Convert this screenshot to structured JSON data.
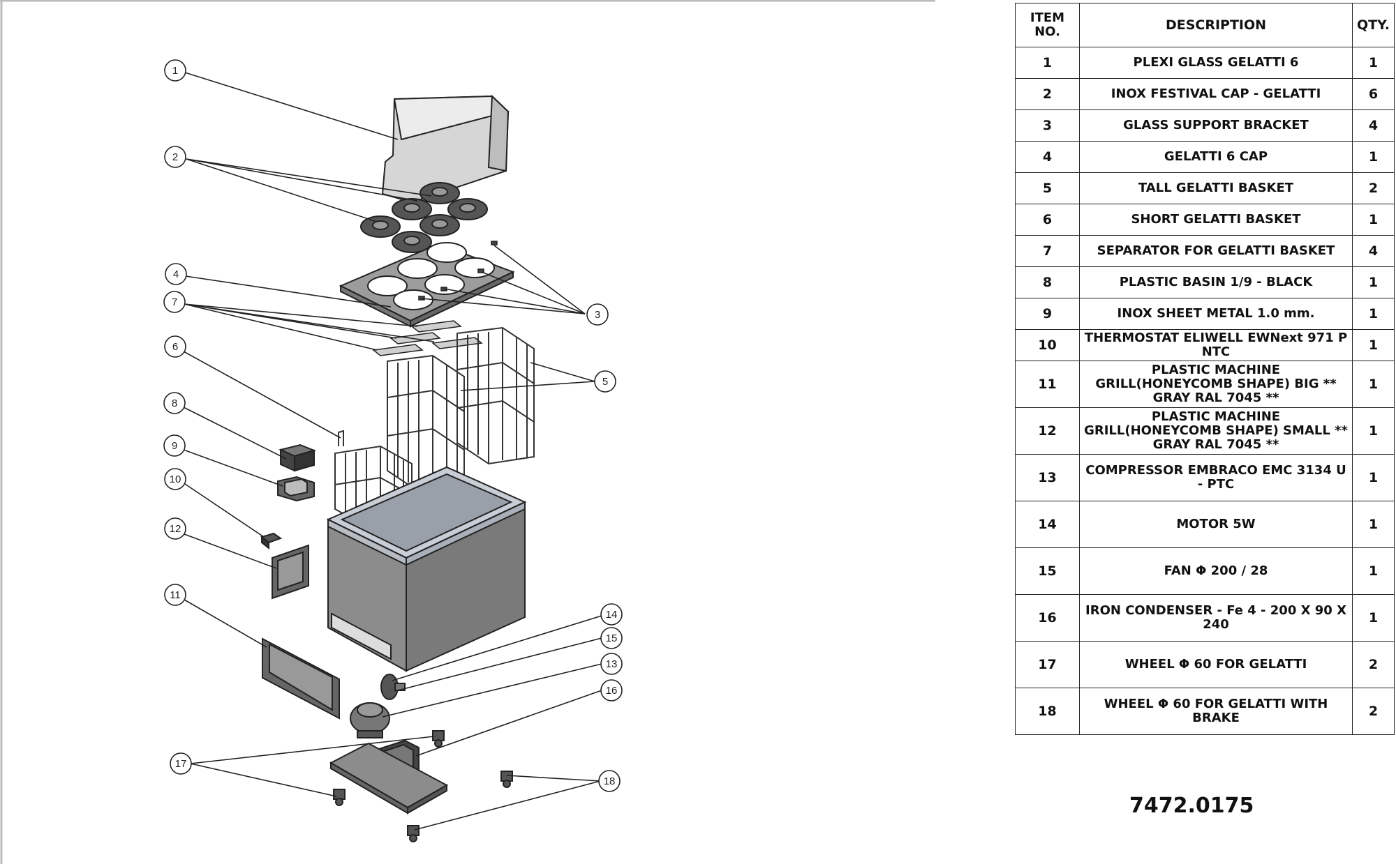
{
  "bom": {
    "headers": {
      "item": "ITEM NO.",
      "description": "DESCRIPTION",
      "qty": "QTY."
    },
    "rows": [
      {
        "item": "1",
        "description": "PLEXI GLASS GELATTI 6",
        "qty": "1"
      },
      {
        "item": "2",
        "description": "INOX FESTIVAL CAP - GELATTI",
        "qty": "6"
      },
      {
        "item": "3",
        "description": "GLASS SUPPORT BRACKET",
        "qty": "4"
      },
      {
        "item": "4",
        "description": "GELATTI  6 CAP",
        "qty": "1"
      },
      {
        "item": "5",
        "description": "TALL GELATTI  BASKET",
        "qty": "2"
      },
      {
        "item": "6",
        "description": "SHORT GELATTI  BASKET",
        "qty": "1"
      },
      {
        "item": "7",
        "description": "SEPARATOR FOR GELATTI BASKET",
        "qty": "4"
      },
      {
        "item": "8",
        "description": "PLASTIC BASIN 1/9 - BLACK",
        "qty": "1"
      },
      {
        "item": "9",
        "description": "INOX SHEET METAL 1.0 mm.",
        "qty": "1"
      },
      {
        "item": "10",
        "description": "THERMOSTAT ELIWELL EWNext  971 P NTC",
        "qty": "1"
      },
      {
        "item": "11",
        "description": "PLASTIC MACHINE GRILL(HONEYCOMB SHAPE) BIG  ** GRAY RAL 7045 **",
        "qty": "1"
      },
      {
        "item": "12",
        "description": "PLASTIC MACHINE GRILL(HONEYCOMB SHAPE) SMALL  ** GRAY RAL 7045 **",
        "qty": "1"
      },
      {
        "item": "13",
        "description": "COMPRESSOR EMBRACO EMC 3134 U - PTC",
        "qty": "1"
      },
      {
        "item": "14",
        "description": "MOTOR 5W",
        "qty": "1"
      },
      {
        "item": "15",
        "description": "FAN Φ 200 / 28",
        "qty": "1"
      },
      {
        "item": "16",
        "description": "IRON CONDENSER  -  Fe 4 - 200 X 90 X 240",
        "qty": "1"
      },
      {
        "item": "17",
        "description": "WHEEL Φ 60  FOR GELATTI",
        "qty": "2"
      },
      {
        "item": "18",
        "description": "WHEEL Φ 60  FOR GELATTI WITH BRAKE",
        "qty": "2"
      }
    ]
  },
  "drawing_number": "7472.0175",
  "balloons": [
    "1",
    "2",
    "3",
    "4",
    "5",
    "6",
    "7",
    "8",
    "9",
    "10",
    "11",
    "12",
    "13",
    "14",
    "15",
    "16",
    "17",
    "18"
  ],
  "colors": {
    "line": "#222222",
    "cabinet_body": "#8c8c8c",
    "cabinet_top": "#c8cdd6",
    "plexi": "#d8d8d8",
    "cap_dark": "#555555",
    "table_border": "#222222"
  }
}
